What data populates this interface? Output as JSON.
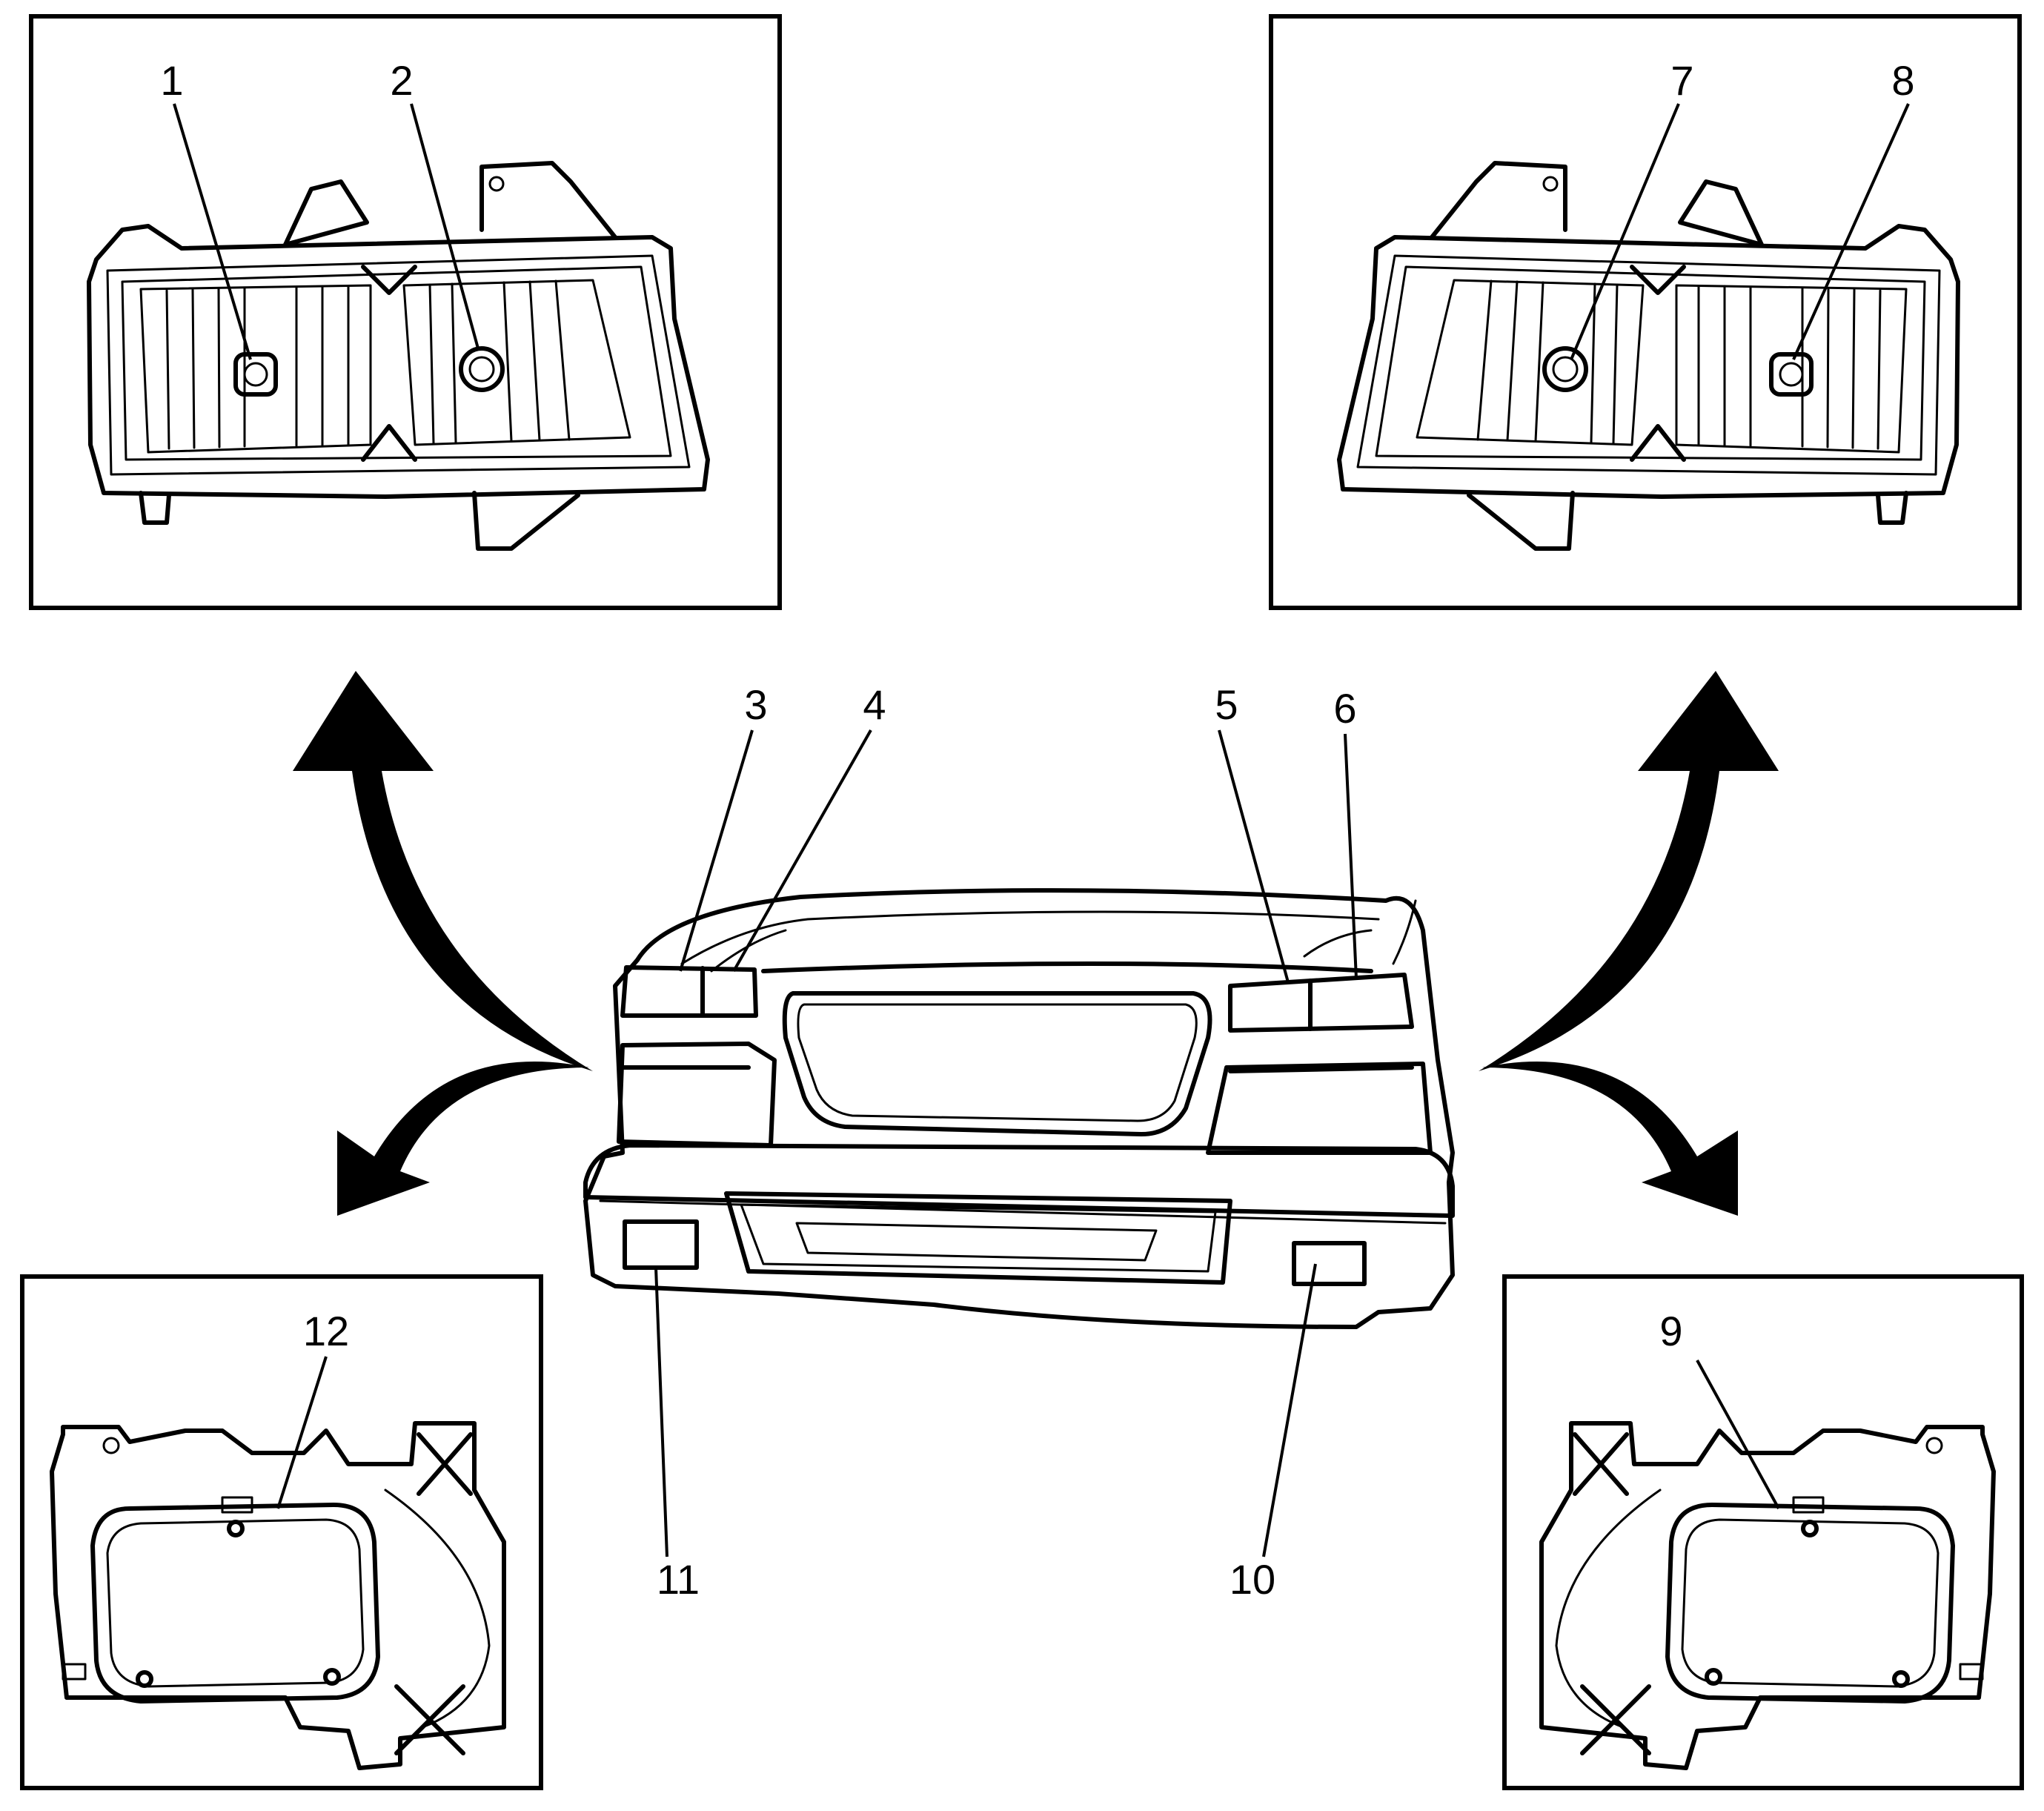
{
  "colors": {
    "ink": "#000000",
    "paper": "#ffffff"
  },
  "callouts": [
    {
      "id": "1",
      "text": "1"
    },
    {
      "id": "2",
      "text": "2"
    },
    {
      "id": "3",
      "text": "3"
    },
    {
      "id": "4",
      "text": "4"
    },
    {
      "id": "5",
      "text": "5"
    },
    {
      "id": "6",
      "text": "6"
    },
    {
      "id": "7",
      "text": "7"
    },
    {
      "id": "8",
      "text": "8"
    },
    {
      "id": "9",
      "text": "9"
    },
    {
      "id": "10",
      "text": "10"
    },
    {
      "id": "11",
      "text": "11"
    },
    {
      "id": "12",
      "text": "12"
    }
  ]
}
